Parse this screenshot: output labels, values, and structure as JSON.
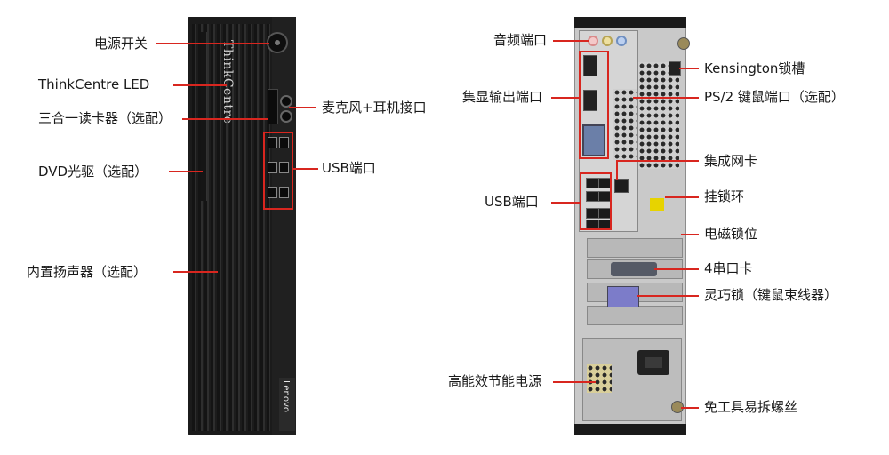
{
  "front_labels": {
    "power_switch": "电源开关",
    "thinkcentre_led": "ThinkCentre LED",
    "card_reader": "三合一读卡器（选配）",
    "dvd_drive": "DVD光驱（选配）",
    "internal_speaker": "内置扬声器（选配）",
    "mic_headphone": "麦克风+耳机接口",
    "usb_ports": "USB端口"
  },
  "rear_labels": {
    "audio_ports": "音频端口",
    "display_out": "集显输出端口",
    "usb_ports": "USB端口",
    "psu": "高能效节能电源",
    "kensington": "Kensington锁槽",
    "ps2": "PS/2 键鼠端口（选配）",
    "nic": "集成网卡",
    "padlock_loop": "挂锁环",
    "solenoid_lock": "电磁锁位",
    "serial_card": "4串口卡",
    "cable_lock": "灵巧锁（键鼠束线器）",
    "toolless_screws": "免工具易拆螺丝"
  },
  "device": {
    "brand_vertical": "ThinkCentre",
    "logo": "Lenovo"
  },
  "colors": {
    "callout": "#d8261f",
    "chassis_front": "#1b1b1b",
    "chassis_rear": "#c9c9c9"
  }
}
